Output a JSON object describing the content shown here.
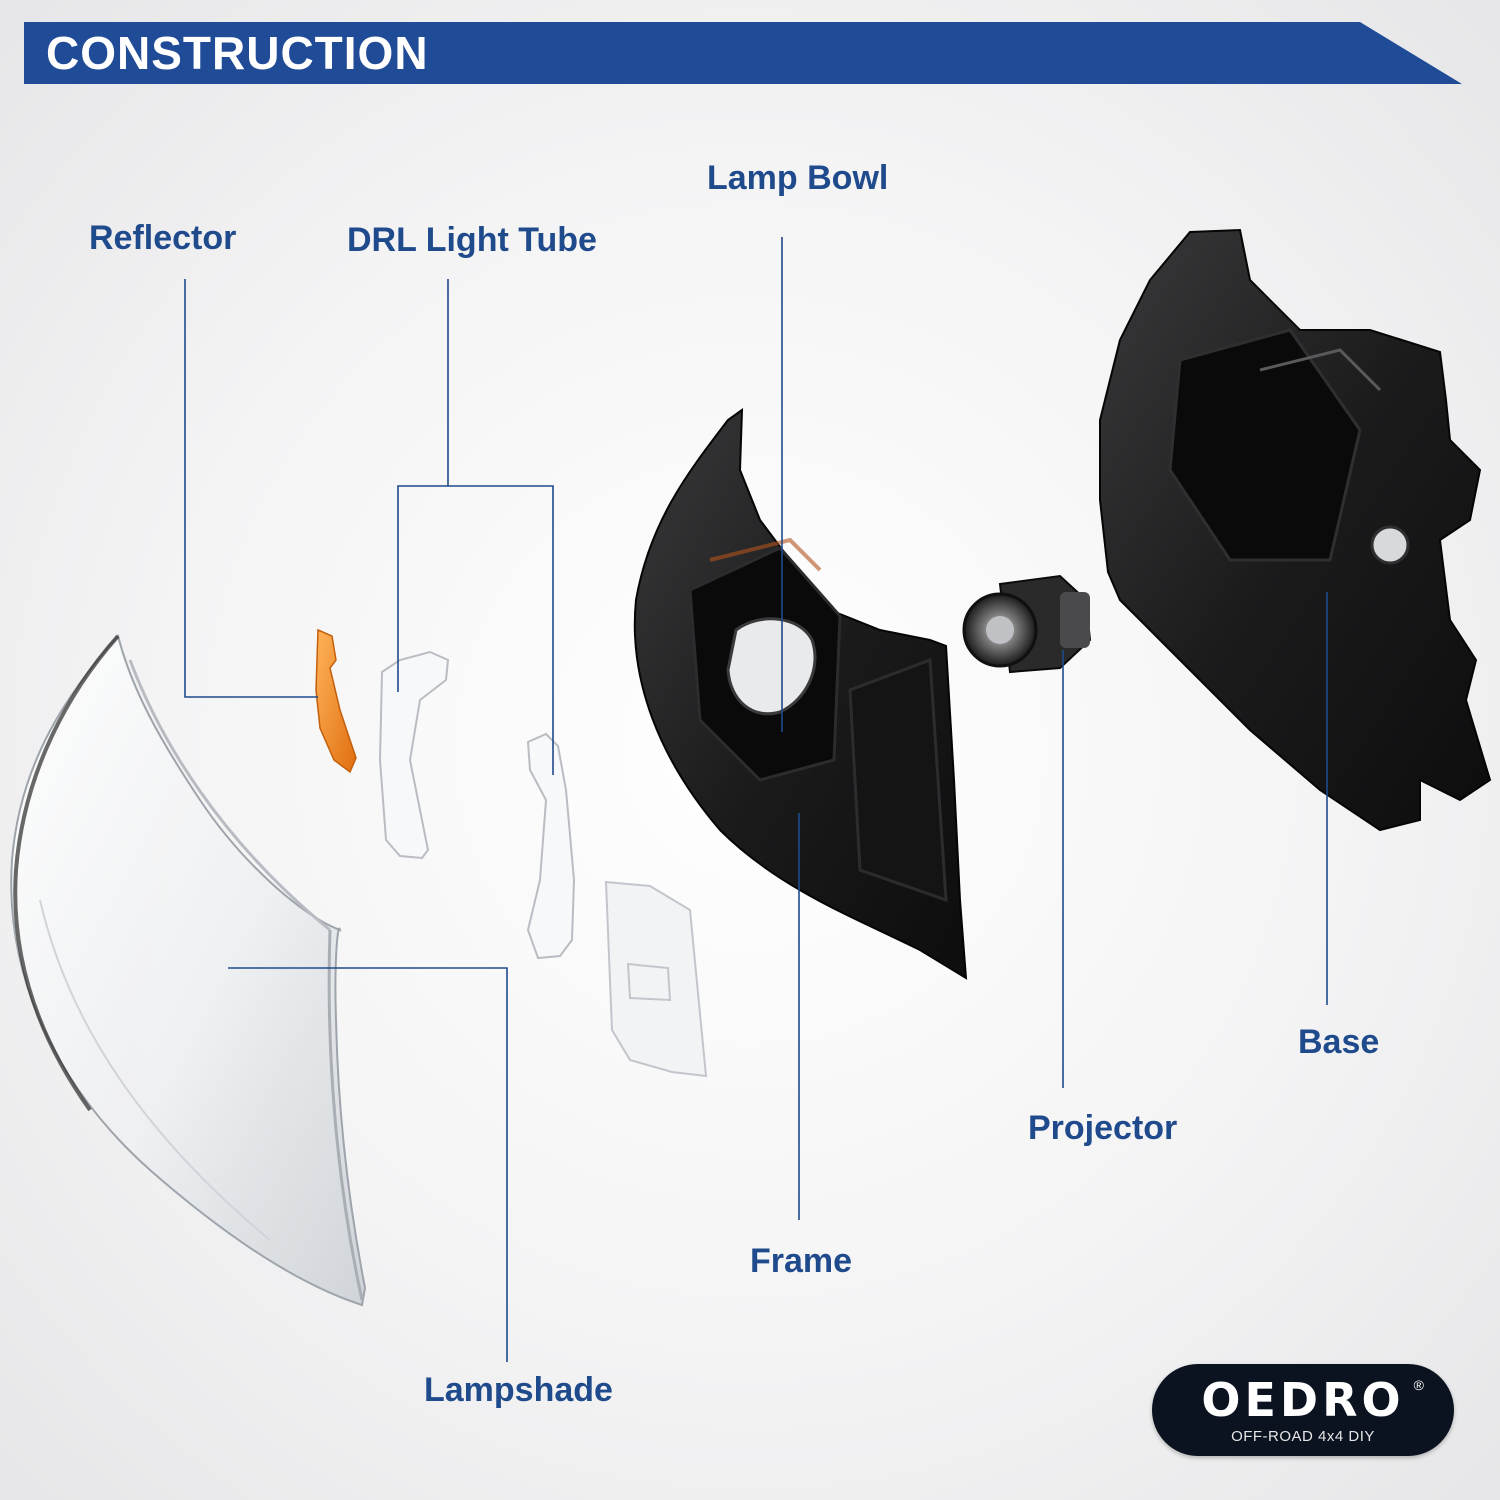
{
  "header": {
    "title": "CONSTRUCTION"
  },
  "colors": {
    "banner": "#1f4b97",
    "label": "#1f4a8c",
    "leader_line": "#1f4a8c",
    "reflector_part": "#f08a24",
    "logo_background": "#0b1220"
  },
  "components": {
    "reflector": "Reflector",
    "drl_light_tube": "DRL Light Tube",
    "lamp_bowl": "Lamp Bowl",
    "lampshade": "Lampshade",
    "frame": "Frame",
    "projector": "Projector",
    "base": "Base"
  },
  "logo": {
    "brand": "OEDRO",
    "registered_mark": "®",
    "tagline": "OFF-ROAD 4x4 DIY"
  }
}
